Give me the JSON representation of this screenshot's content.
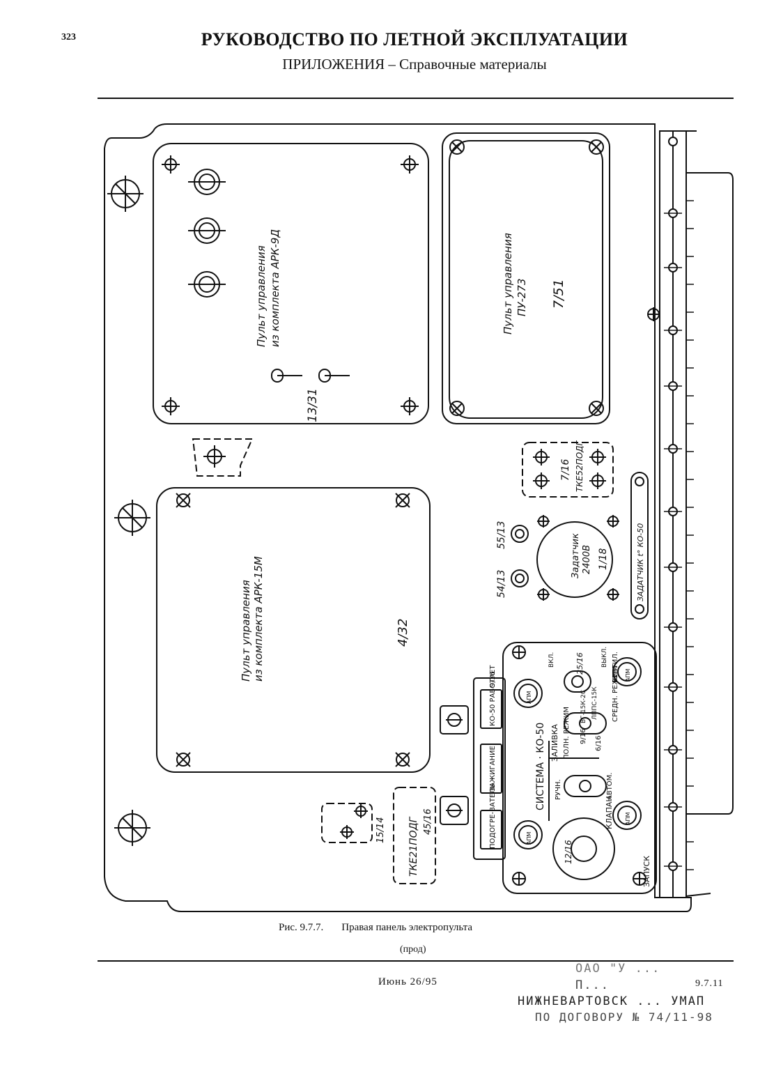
{
  "header": {
    "page_number": "323",
    "title": "РУКОВОДСТВО ПО ЛЕТНОЙ ЭКСПЛУАТАЦИИ",
    "subtitle": "ПРИЛОЖЕНИЯ – Справочные материалы"
  },
  "drawing": {
    "panels": {
      "ark9": {
        "label_line1": "Пульт управления",
        "label_line2": "из комплекта АРК-9Д",
        "code": "13/31"
      },
      "pu273": {
        "label_line1": "Пульт управления",
        "label_line2": "ПУ-273",
        "code": "7/51"
      },
      "ark15": {
        "label_line1": "Пульт управления",
        "label_line2": "из комплекта АРК-15М",
        "code": "4/32"
      }
    },
    "tke52": {
      "code": "7/16",
      "label": "ТКЕ52ПОДГ"
    },
    "zadatchik": {
      "line1": "Задатчик",
      "line2": "2400В",
      "code": "1/18",
      "left_code": "54/13",
      "right_code": "55/13",
      "bar_label": "ЗАДАТЧИК t° КО-50"
    },
    "tke21": {
      "label": "ТКЕ21ПОДГ",
      "code": "45/16",
      "side_code": "15/14"
    },
    "system": {
      "title": "СИСТЕМА · КО-50",
      "zalivka": "ЗАЛИВКА",
      "zapusk": "ЗАПУСК",
      "zapusk_code": "12/16",
      "klapan": "КЛАПАН",
      "klapan_code": "6/16",
      "ruchn": "РУЧН.",
      "avtom": "АВТОМ.",
      "poln_rezhim": "ПОЛН. РЕЖИМ",
      "sredn_rezhim": "СРЕДН. РЕЖИМ",
      "mode_code": "9/16",
      "ventil": "ВЕНТИЛ.",
      "fan_code": "25/16",
      "vkl": "ВКЛ.",
      "vykl": "ВЫКЛ.",
      "vg": "ВГ-15К-2С",
      "lpps": "ЛППС-15К",
      "apm": "АПМ",
      "ko50_rabotaet": "КО-50 РАБОТАЕТ",
      "zazhiganie": "ЗАЖИГАНИЕ",
      "podogrevatel": "ПОДОГРЕ-ВАТЕЛЬ",
      "lamp_code": "9/16"
    }
  },
  "caption": {
    "label": "Рис. 9.7.7.",
    "text": "Правая панель электропульта",
    "continued": "(прод)"
  },
  "footer": {
    "date": "Июнь 26/95",
    "page": "9.7.11"
  },
  "stamp": {
    "line1": "ОАО \"У ...",
    "line2": "П...",
    "line3": "НИЖНЕВАРТОВСК ... УМАП",
    "line4": "ПО ДОГОВОРУ № 74/11-98"
  }
}
